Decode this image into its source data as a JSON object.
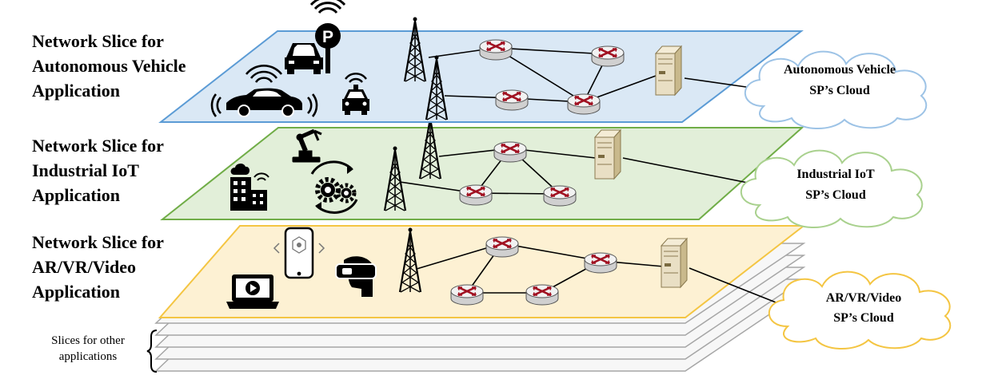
{
  "slices": [
    {
      "id": "autonomous",
      "title_lines": [
        "Network Slice for",
        "Autonomous Vehicle",
        "Application"
      ],
      "cloud_lines": [
        "Autonomous Vehicle",
        "SP’s Cloud"
      ],
      "plane_fill": "#dae8f5",
      "plane_stroke": "#5b9bd5",
      "cloud_stroke": "#9dc3e6",
      "icons": [
        "parking-sign-icon",
        "car-icon",
        "connected-car-icon",
        "autonomous-shuttle-icon",
        "cell-tower-icon",
        "router-icon",
        "server-icon"
      ]
    },
    {
      "id": "industrial",
      "title_lines": [
        "Network Slice for",
        "Industrial IoT",
        "Application"
      ],
      "cloud_lines": [
        "Industrial IoT",
        "SP’s Cloud"
      ],
      "plane_fill": "#e2efd9",
      "plane_stroke": "#70ad47",
      "cloud_stroke": "#a9d18e",
      "icons": [
        "robot-arm-icon",
        "smart-factory-icon",
        "gears-icon",
        "cell-tower-icon",
        "router-icon",
        "server-icon"
      ]
    },
    {
      "id": "arvr",
      "title_lines": [
        "Network Slice for",
        "AR/VR/Video",
        "Application"
      ],
      "cloud_lines": [
        "AR/VR/Video",
        "SP’s Cloud"
      ],
      "plane_fill": "#fdf1d3",
      "plane_stroke": "#f4c542",
      "cloud_stroke": "#f4c542",
      "icons": [
        "ar-phone-icon",
        "vr-headset-icon",
        "laptop-video-icon",
        "cell-tower-icon",
        "router-icon",
        "server-icon"
      ]
    }
  ],
  "other_slices_label": [
    "Slices for other",
    "applications"
  ],
  "colors": {
    "router_top": "#f2f2f2",
    "router_arrows": "#a01020",
    "server_body": "#e9dfc4",
    "stack_stroke": "#a6a6a6"
  }
}
